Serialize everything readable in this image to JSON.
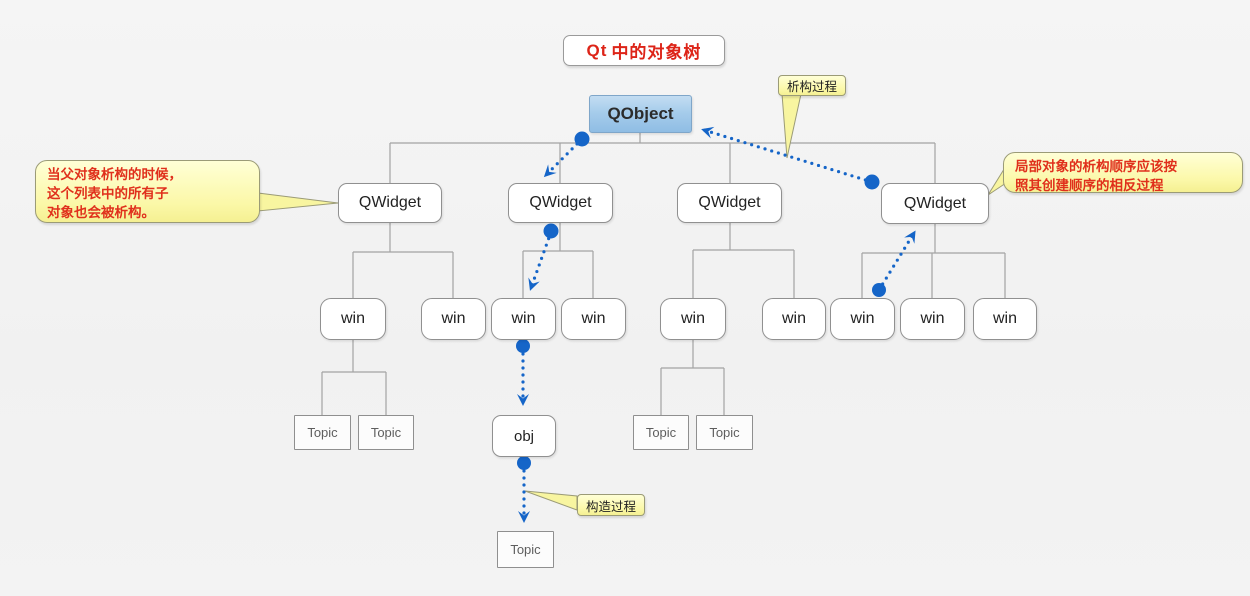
{
  "title": {
    "prefix": "Qt",
    "rest": "中的对象树"
  },
  "nodes": {
    "root": "QObject",
    "widget": "QWidget",
    "win": "win",
    "topic": "Topic",
    "obj": "obj"
  },
  "callouts": {
    "left": {
      "lines": [
        "当父对象析构的时候，",
        "这个列表中的所有子",
        "对象也会被析构。"
      ]
    },
    "right": {
      "lines": [
        "局部对象的析构顺序应该按",
        "照其创建顺序的相反过程"
      ]
    },
    "destruction": "析构过程",
    "construction": "构造过程"
  },
  "colors": {
    "accent_blue": "#1565c8",
    "callout_yellow": "#fbf8a8",
    "title_red": "#dd2418",
    "callout_text_red": "#e0301c",
    "root_fill_top": "#c3ddf2",
    "root_fill_bottom": "#8fbde4",
    "connector_gray": "#a3a3a3"
  }
}
